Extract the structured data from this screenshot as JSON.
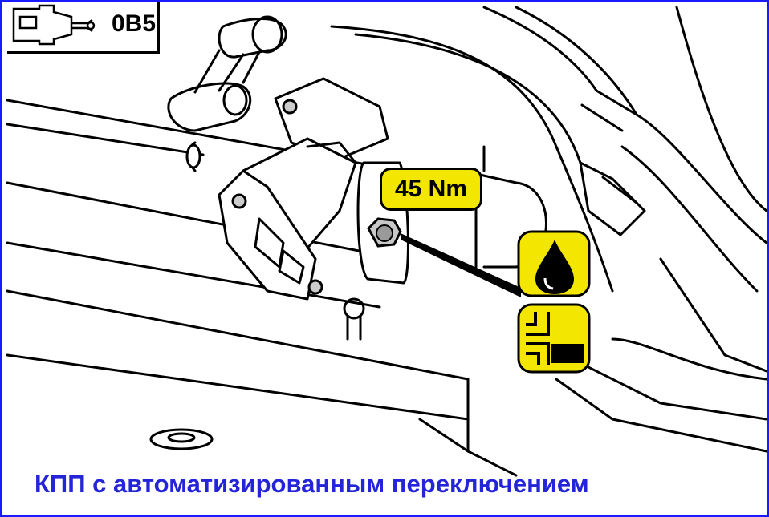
{
  "header": {
    "code": "0B5",
    "icon": "gearbox-icon"
  },
  "callouts": {
    "torque": "45 Nm",
    "oil_icon": "oil-drop-icon",
    "fill_level_icon": "oil-fill-level-icon"
  },
  "caption": "КПП с автоматизированным переключением",
  "colors": {
    "frame": "#1a1aff",
    "badge": "#f3e600",
    "caption": "#2424d8",
    "line": "#000000"
  }
}
